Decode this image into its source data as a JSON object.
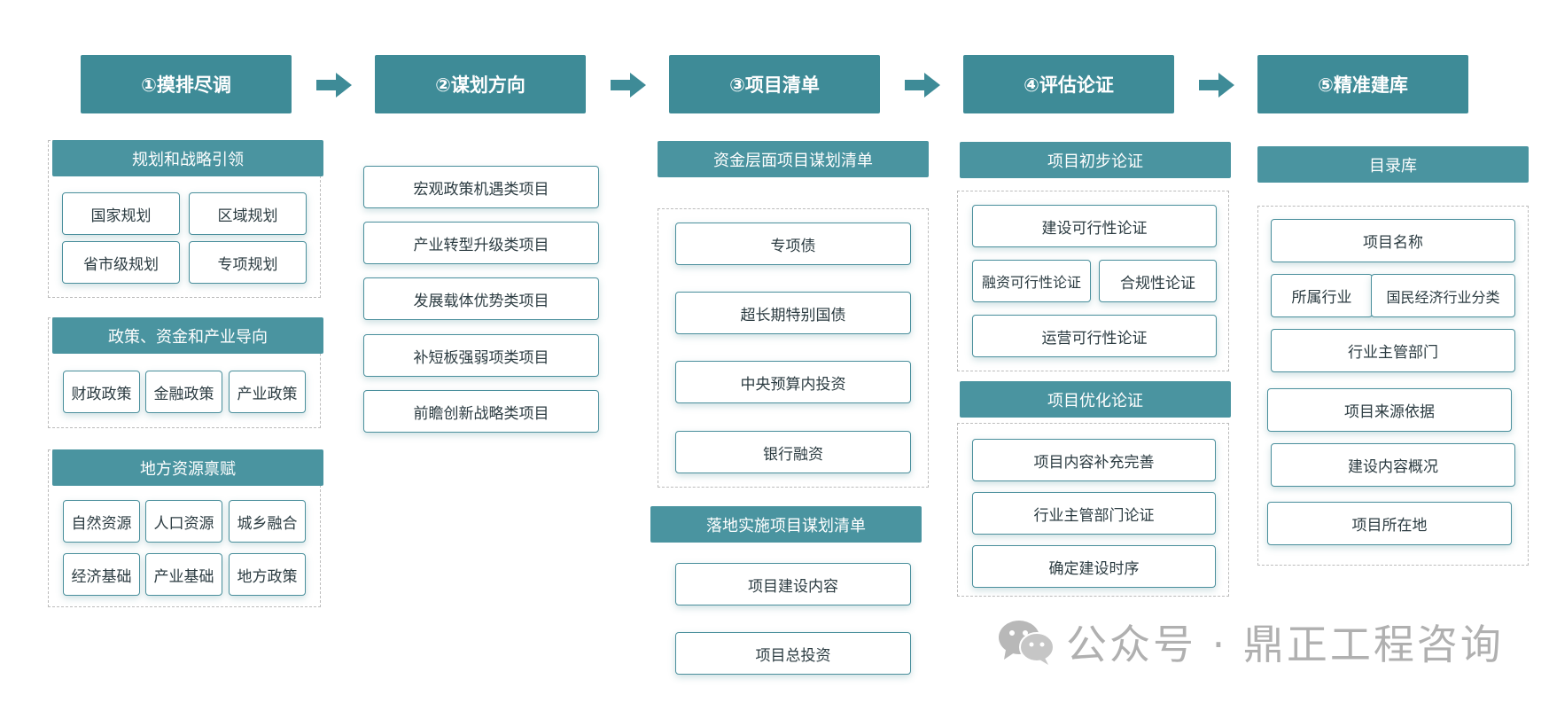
{
  "steps": [
    {
      "label": "①摸排尽调"
    },
    {
      "label": "②谋划方向"
    },
    {
      "label": "③项目清单"
    },
    {
      "label": "④评估论证"
    },
    {
      "label": "⑤精准建库"
    }
  ],
  "col1": {
    "groups": [
      {
        "title": "规划和战略引领",
        "items": [
          "国家规划",
          "区域规划",
          "省市级规划",
          "专项规划"
        ]
      },
      {
        "title": "政策、资金和产业导向",
        "items": [
          "财政政策",
          "金融政策",
          "产业政策"
        ]
      },
      {
        "title": "地方资源禀赋",
        "items": [
          "自然资源",
          "人口资源",
          "城乡融合",
          "经济基础",
          "产业基础",
          "地方政策"
        ]
      }
    ]
  },
  "col2": {
    "items": [
      "宏观政策机遇类项目",
      "产业转型升级类项目",
      "发展载体优势类项目",
      "补短板强弱项类项目",
      "前瞻创新战略类项目"
    ]
  },
  "col3": {
    "groups": [
      {
        "title": "资金层面项目谋划清单",
        "items": [
          "专项债",
          "超长期特别国债",
          "中央预算内投资",
          "银行融资"
        ]
      },
      {
        "title": "落地实施项目谋划清单",
        "items": [
          "项目建设内容",
          "项目总投资"
        ]
      }
    ]
  },
  "col4": {
    "groups": [
      {
        "title": "项目初步论证",
        "items": [
          "建设可行性论证",
          "融资可行性论证",
          "合规性论证",
          "运营可行性论证"
        ]
      },
      {
        "title": "项目优化论证",
        "items": [
          "项目内容补充完善",
          "行业主管部门论证",
          "确定建设时序"
        ]
      }
    ]
  },
  "col5": {
    "title": "目录库",
    "items": [
      "项目名称",
      "所属行业",
      "国民经济行业分类",
      "行业主管部门",
      "项目来源依据",
      "建设内容概况",
      "项目所在地"
    ]
  },
  "watermark": {
    "text": "公众号 · 鼎正工程咨询",
    "icon": "wechat-icon"
  },
  "colors": {
    "step": "#3e8b97",
    "header": "#4a94a0",
    "border": "#4a8f9c",
    "arrow": "#3e8b97"
  }
}
